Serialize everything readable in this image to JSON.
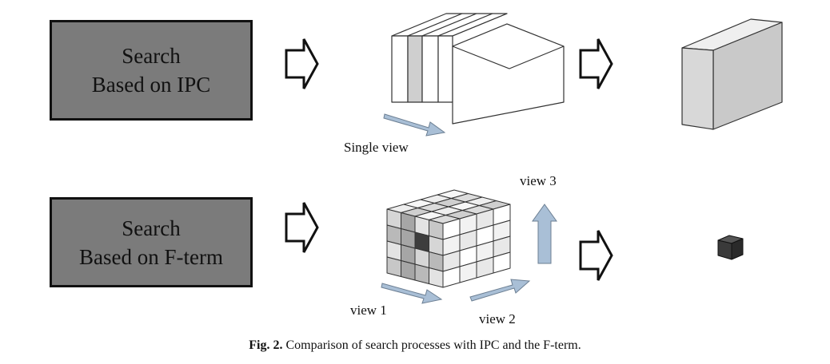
{
  "boxes": [
    {
      "line1": "Search",
      "line2": "Based on IPC"
    },
    {
      "line1": "Search",
      "line2": "Based on F-term"
    }
  ],
  "labels": {
    "single_view": "Single  view",
    "view1": "view  1",
    "view2": "view  2",
    "view3": "view  3"
  },
  "caption": {
    "prefix": "Fig. 2.",
    "text": " Comparison of search processes with IPC and the F-term."
  },
  "colors": {
    "box_fill": "#7b7b7b",
    "view_arrow_fill": "#a9bfd6",
    "highlight_cell": "#3d3d3d",
    "result_small_cube": "#2f2f2f"
  }
}
